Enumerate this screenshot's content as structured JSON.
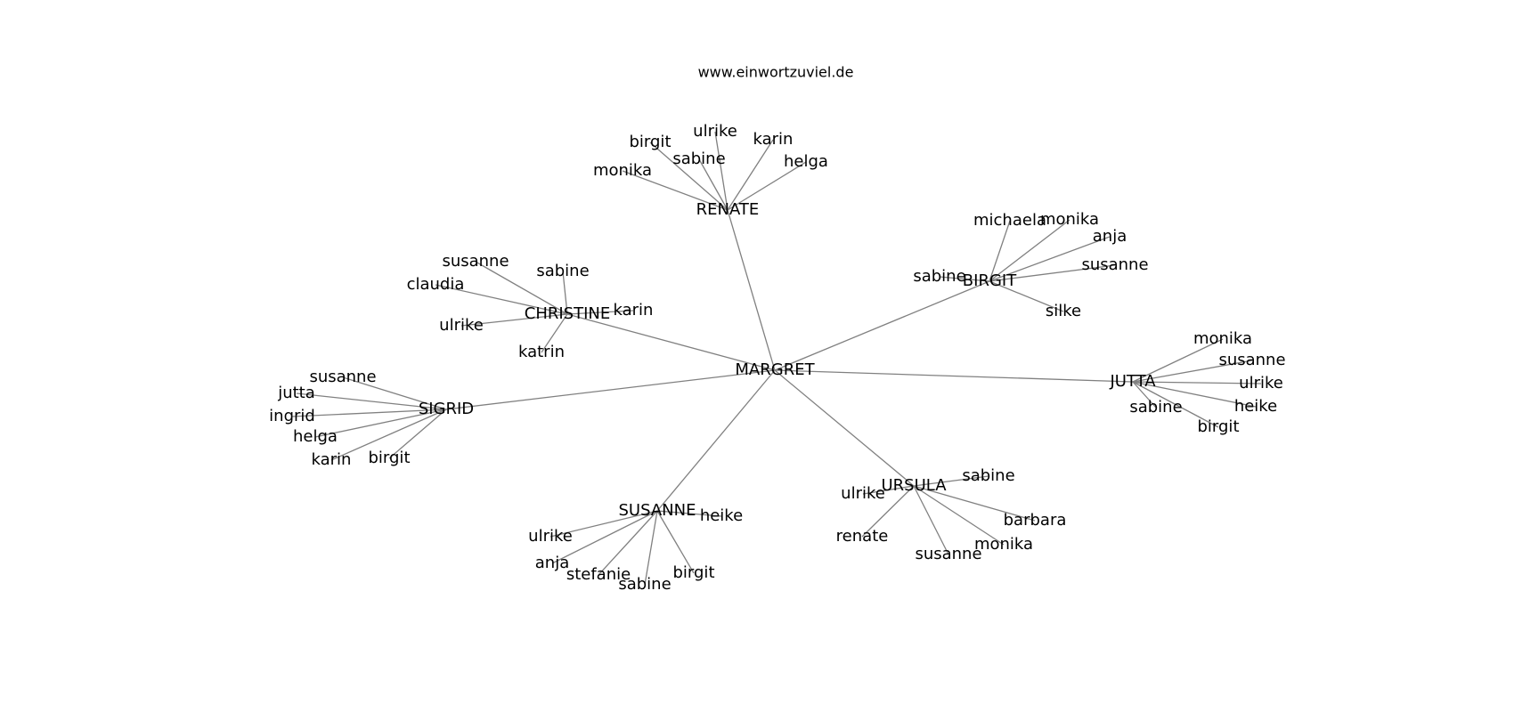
{
  "header": {
    "site_url": "www.einwortzuviel.de"
  },
  "graph": {
    "center": "MARGRET",
    "hubs": [
      {
        "name": "RENATE",
        "leaves": [
          "birgit",
          "ulrike",
          "karin",
          "sabine",
          "helga",
          "monika"
        ]
      },
      {
        "name": "BIRGIT",
        "leaves": [
          "michaela",
          "monika",
          "anja",
          "susanne",
          "sabine",
          "silke"
        ]
      },
      {
        "name": "CHRISTINE",
        "leaves": [
          "susanne",
          "sabine",
          "claudia",
          "karin",
          "ulrike",
          "katrin"
        ]
      },
      {
        "name": "JUTTA",
        "leaves": [
          "monika",
          "susanne",
          "ulrike",
          "heike",
          "sabine",
          "birgit"
        ]
      },
      {
        "name": "SIGRID",
        "leaves": [
          "susanne",
          "jutta",
          "ingrid",
          "helga",
          "karin",
          "birgit"
        ]
      },
      {
        "name": "URSULA",
        "leaves": [
          "sabine",
          "ulrike",
          "barbara",
          "renate",
          "monika",
          "susanne"
        ]
      },
      {
        "name": "SUSANNE",
        "leaves": [
          "heike",
          "ulrike",
          "anja",
          "stefanie",
          "sabine",
          "birgit"
        ]
      }
    ]
  }
}
